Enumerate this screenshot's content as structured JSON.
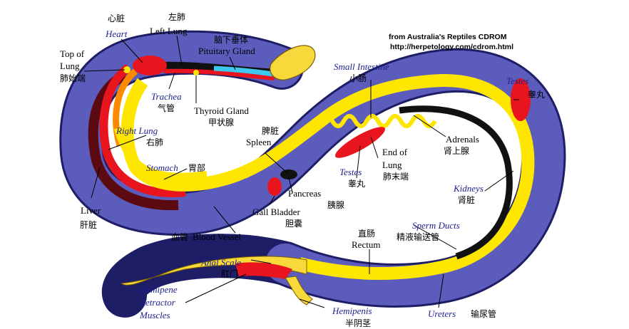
{
  "source": {
    "line1": "from Australia's Reptiles CDROM",
    "line2": "http://herpetology.com/cdrom.html"
  },
  "labels": {
    "heart_cn": "心脏",
    "heart": "Heart",
    "left_lung_cn": "左肺",
    "left_lung": "Left Lung",
    "pituitary_cn": "脑下垂体",
    "pituitary": "Pituitary Gland",
    "top_lung_1": "Top of",
    "top_lung_2": "Lung",
    "top_lung_cn": "肺始端",
    "trachea": "Trachea",
    "trachea_cn": "气管",
    "thyroid": "Thyroid Gland",
    "thyroid_cn": "甲状腺",
    "small_int": "Small Intestine",
    "small_int_cn": "小肠",
    "testes_r": "Testes",
    "testes_r_cn": "睾丸",
    "right_lung": "Right Lung",
    "right_lung_cn": "右肺",
    "spleen_cn": "脾脏",
    "spleen": "Spleen",
    "adrenals": "Adrenals",
    "adrenals_cn": "肾上腺",
    "end_lung_1": "End of",
    "end_lung_2": "Lung",
    "end_lung_cn": "肺末端",
    "testes_m": "Testes",
    "testes_m_cn": "睾丸",
    "stomach": "Stomach",
    "stomach_cn": "胃部",
    "kidneys": "Kidneys",
    "kidneys_cn": "肾脏",
    "pancreas": "Pancreas",
    "pancreas_cn": "胰腺",
    "liver": "Liver",
    "liver_cn": "肝脏",
    "gall_bladder": "Gall Bladder",
    "gall_bladder_cn": "胆囊",
    "sperm_ducts": "Sperm Ducts",
    "sperm_ducts_cn": "精液输送管",
    "blood_vessel_cn": "血管",
    "blood_vessel": "Blood Vessel",
    "rectum_cn": "直肠",
    "rectum": "Rectum",
    "anal_scale": "Anal Scale",
    "anal_scale_cn": "肛门",
    "hemipene_1": "Hemipene",
    "hemipene_2": "Retractor",
    "hemipene_3": "Muscles",
    "hemipenis": "Hemipenis",
    "hemipenis_cn": "半阴茎",
    "ureters": "Ureters",
    "ureters_cn": "输尿管"
  },
  "colors": {
    "body": "#5a5ab8",
    "body_dark": "#26266e",
    "fat_yellow": "#ffe600",
    "organ_red": "#e8141e",
    "orange": "#ff8a00",
    "dark_red": "#5a0a10",
    "black": "#111111",
    "cyan": "#3ec8f0",
    "head_yellow": "#f7d93c"
  }
}
